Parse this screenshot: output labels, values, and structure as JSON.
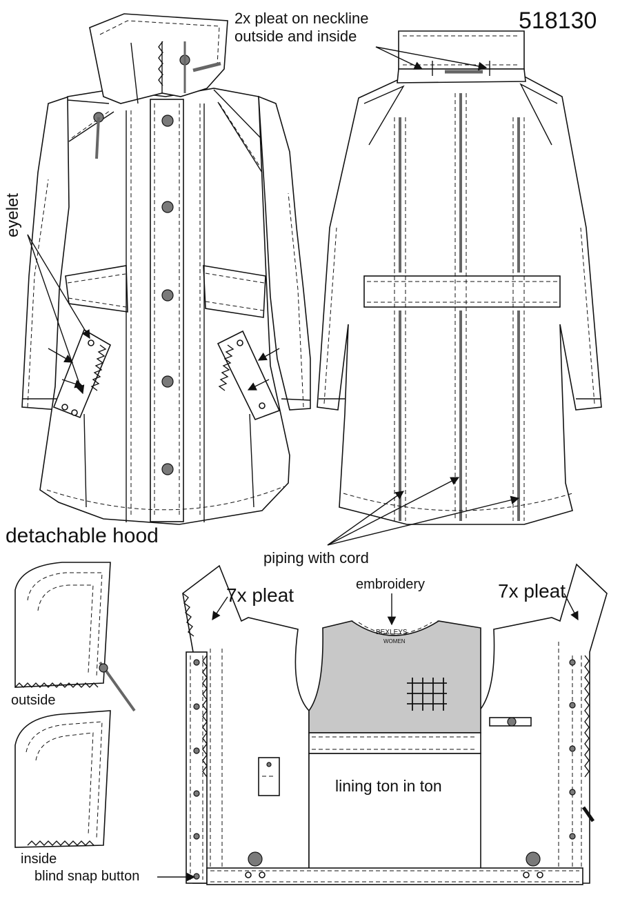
{
  "labels": {
    "style_code": "518130",
    "pleat_note_line1": "2x pleat on neckline",
    "pleat_note_line2": "outside and inside",
    "eyelet": "eyelet",
    "detachable_hood": "detachable hood",
    "piping_with_cord": "piping with cord",
    "embroidery": "embroidery",
    "pleat_left": "7x pleat",
    "pleat_right": "7x pleat",
    "hood_outside": "outside",
    "hood_inside": "inside",
    "blind_snap_button": "blind snap button",
    "lining": "lining ton in ton",
    "brand_name": "BEXLEYS",
    "brand_sub": "WOMEN"
  },
  "colors": {
    "line": "#111111",
    "piping": "#666666",
    "lining_panel": "#c8c8c8",
    "buttons": "#7a7a7a"
  }
}
